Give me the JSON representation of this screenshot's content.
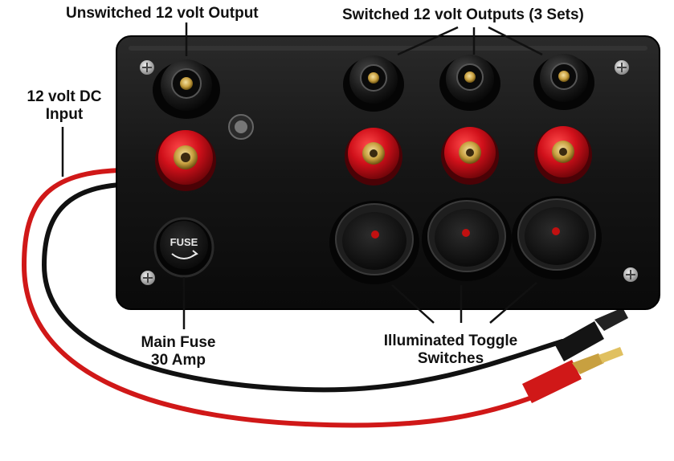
{
  "labels": {
    "unswitched_output": "Unswitched 12 volt Output",
    "switched_outputs": "Switched 12 volt Outputs (3 Sets)",
    "dc_input_line1": "12 volt DC",
    "dc_input_line2": "Input",
    "main_fuse_line1": "Main Fuse",
    "main_fuse_line2": "30 Amp",
    "toggle_line1": "Illuminated Toggle",
    "toggle_line2": "Switches"
  },
  "fuse_cap_text": "FUSE",
  "colors": {
    "enclosure": "#141414",
    "terminal_red": "#d0101a",
    "terminal_black": "#1a1a1a",
    "brass": "#c8a040",
    "wire_red": "#d01818",
    "wire_black": "#111111",
    "indicator_led": "#c01010"
  },
  "components": {
    "binding_post_pairs": 4,
    "toggle_switches": 3,
    "fuse_holders": 1,
    "panel_screws": 4
  }
}
